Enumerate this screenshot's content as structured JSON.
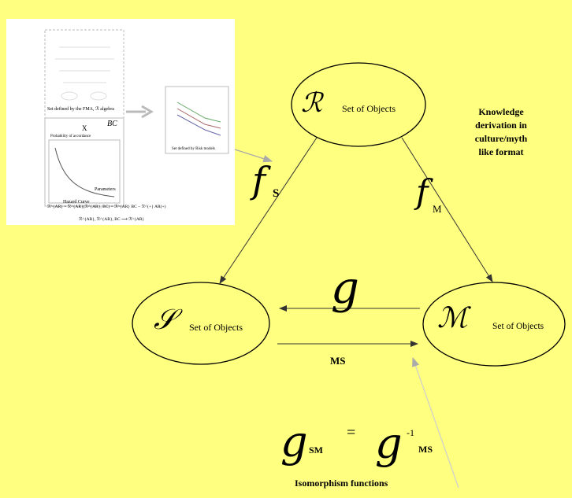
{
  "nodes": {
    "R": {
      "symbol": "ℛ",
      "label": "Set of Objects"
    },
    "S": {
      "symbol": "𝒮",
      "label": "Set of Objects"
    },
    "M": {
      "symbol": "ℳ",
      "label": "Set of Objects"
    }
  },
  "functions": {
    "fS": {
      "symbol": "f",
      "sub": "S"
    },
    "fM": {
      "symbol": "f",
      "sub": "M"
    },
    "g": {
      "symbol": "g",
      "label": "MS"
    },
    "equation": {
      "lhs": "g",
      "lhs_sub": "SM",
      "eq": "=",
      "rhs": "g",
      "rhs_sup": "-1",
      "rhs_sub": "MS"
    }
  },
  "notes": {
    "knowledge": [
      "Knowledge",
      "derivation in",
      "culture/myth",
      "like format"
    ],
    "isomorphism": "Isomorphism functions"
  },
  "inset": {
    "top_caption": "Set defined by the FMA, ℛ algebra",
    "x_label": "X",
    "bc_label": "BC",
    "graph_title": "Probability of accordance",
    "graph_curve": "Parameters",
    "graph_xlabel": "Hazard Curve",
    "right_caption": "Set defined by Risk models",
    "eq1": "ℛ^{AR} = ℛ^{AR}(ℛ^{AR}, BC) = ℛ^{AR} BC − ℛ^{+} AR(+)",
    "eq2": "ℛ^{AR}, ℛ^{AR}, BC ⟶ ℛ^{AR}"
  }
}
